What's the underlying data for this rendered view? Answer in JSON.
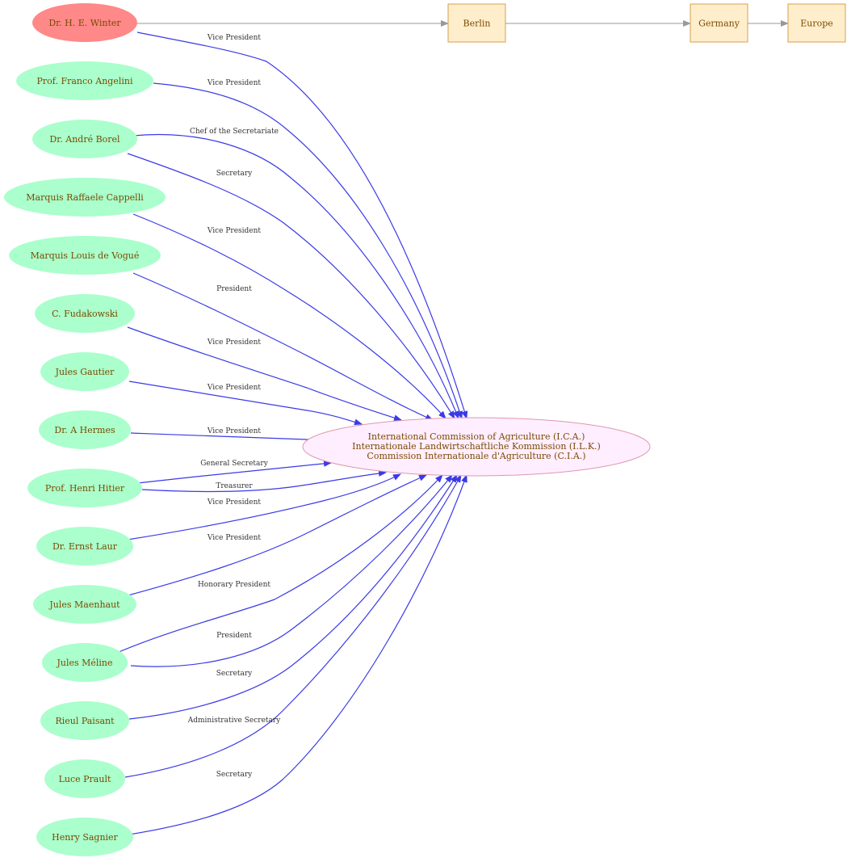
{
  "colors": {
    "person_fill": "#aaffcc",
    "highlight_fill": "#ff8888",
    "place_fill": "#ffeecc",
    "place_stroke": "#d4a050",
    "center_fill": "#ffeeff",
    "center_stroke": "#dd99aa",
    "edge_blue": "#3a3ae8",
    "edge_gray": "#999999",
    "node_text": "#7a4a00"
  },
  "center": {
    "lines": [
      "International Commission of Agriculture (I.C.A.)",
      "Internationale Landwirtschaftliche Kommission (I.L.K.)",
      "Commission Internationale d'Agriculture (C.I.A.)"
    ]
  },
  "places": [
    {
      "id": "berlin",
      "label": "Berlin"
    },
    {
      "id": "germany",
      "label": "Germany"
    },
    {
      "id": "europe",
      "label": "Europe"
    }
  ],
  "persons": [
    {
      "id": "winter",
      "label": "Dr. H. E. Winter",
      "highlight": true
    },
    {
      "id": "angelini",
      "label": "Prof. Franco Angelini"
    },
    {
      "id": "borel",
      "label": "Dr. André Borel"
    },
    {
      "id": "cappelli",
      "label": "Marquis Raffaele Cappelli"
    },
    {
      "id": "vogue",
      "label": "Marquis Louis de Vogué"
    },
    {
      "id": "fudakowski",
      "label": "C.  Fudakowski"
    },
    {
      "id": "gautier",
      "label": "Jules Gautier"
    },
    {
      "id": "hermes",
      "label": "Dr. A Hermes"
    },
    {
      "id": "hitier",
      "label": "Prof. Henri Hitier"
    },
    {
      "id": "laur",
      "label": "Dr. Ernst Laur"
    },
    {
      "id": "maenhaut",
      "label": "Jules Maenhaut"
    },
    {
      "id": "meline",
      "label": "Jules Méline"
    },
    {
      "id": "paisant",
      "label": "Rieul Paisant"
    },
    {
      "id": "prault",
      "label": "Luce Prault"
    },
    {
      "id": "sagnier",
      "label": "Henry Sagnier"
    }
  ],
  "edges": [
    {
      "from": "winter",
      "label": "Vice President"
    },
    {
      "from": "angelini",
      "label": "Vice President"
    },
    {
      "from": "borel",
      "label": "Chef of the Secretariate"
    },
    {
      "from": "borel",
      "label": "Secretary"
    },
    {
      "from": "cappelli",
      "label": "Vice President"
    },
    {
      "from": "vogue",
      "label": "President"
    },
    {
      "from": "fudakowski",
      "label": "Vice President"
    },
    {
      "from": "gautier",
      "label": "Vice President"
    },
    {
      "from": "hermes",
      "label": "Vice President"
    },
    {
      "from": "hitier",
      "label": "General Secretary"
    },
    {
      "from": "hitier",
      "label": "Treasurer"
    },
    {
      "from": "laur",
      "label": "Vice President"
    },
    {
      "from": "maenhaut",
      "label": "Vice President"
    },
    {
      "from": "meline",
      "label": "Honorary President"
    },
    {
      "from": "meline",
      "label": "President"
    },
    {
      "from": "paisant",
      "label": "Secretary"
    },
    {
      "from": "prault",
      "label": "Administrative Secretary"
    },
    {
      "from": "sagnier",
      "label": "Secretary"
    }
  ],
  "location_chain": [
    {
      "from": "winter",
      "to": "berlin"
    },
    {
      "from": "berlin",
      "to": "germany"
    },
    {
      "from": "germany",
      "to": "europe"
    }
  ]
}
